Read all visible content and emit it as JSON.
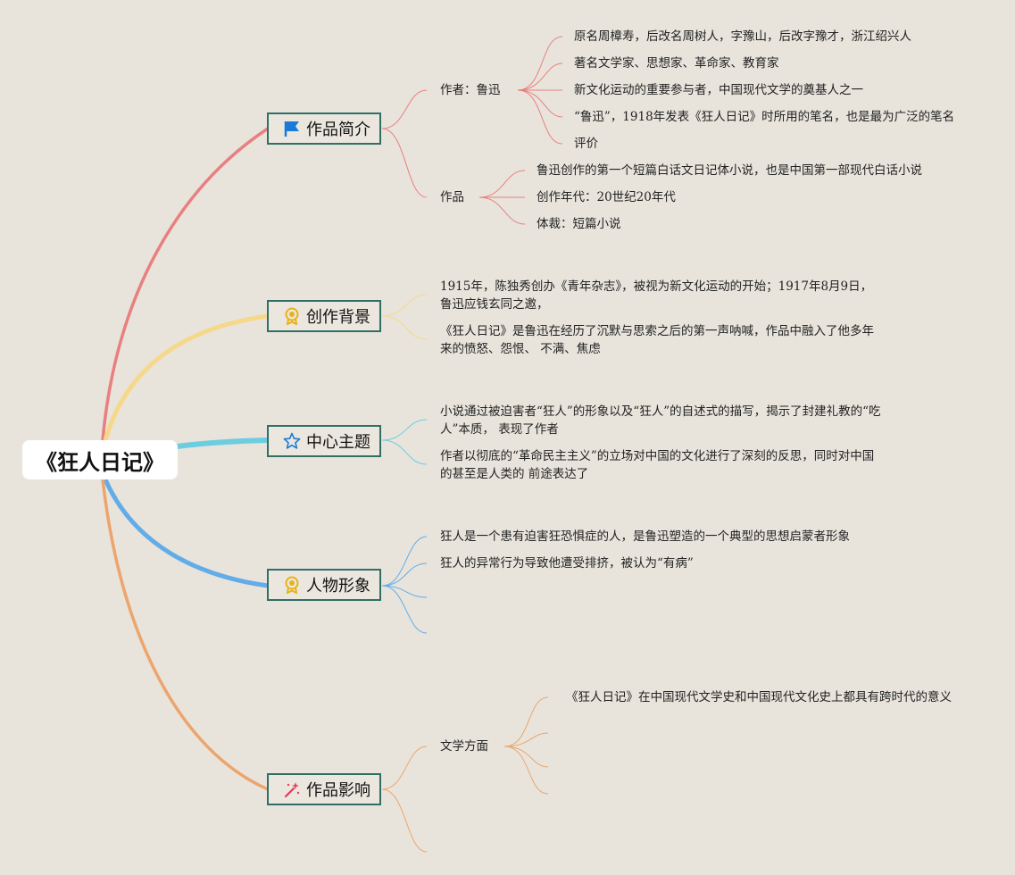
{
  "root": {
    "title": "《狂人日记》"
  },
  "branches": [
    {
      "label": "作品简介",
      "icon": "flag-icon",
      "color": "#e88080"
    },
    {
      "label": "创作背景",
      "icon": "award-icon",
      "color": "#f6d88a"
    },
    {
      "label": "中心主题",
      "icon": "star-outline-icon",
      "color": "#6ccde0"
    },
    {
      "label": "人物形象",
      "icon": "award-icon",
      "color": "#62ace8"
    },
    {
      "label": "作品影响",
      "icon": "magic-wand-icon",
      "color": "#eca56c"
    }
  ],
  "intro": {
    "author": {
      "label": "作者：鲁迅",
      "items": [
        "原名周樟寿，后改名周树人，字豫山，后改字豫才，浙江绍兴人",
        "著名文学家、思想家、革命家、教育家",
        "新文化运动的重要参与者，中国现代文学的奠基人之一",
        "“鲁迅”，1918年发表《狂人日记》时所用的笔名，也是最为广泛的笔名",
        "评价"
      ]
    },
    "work": {
      "label": "作品",
      "items": [
        "鲁迅创作的第一个短篇白话文日记体小说，也是中国第一部现代白话小说",
        "创作年代：20世纪20年代",
        "体裁：短篇小说"
      ]
    }
  },
  "background": {
    "items": [
      "1915年，陈独秀创办《青年杂志》，被视为新文化运动的开始；1917年8月9日，鲁迅应钱玄同之邀，",
      "《狂人日记》是鲁迅在经历了沉默与思索之后的第一声呐喊，作品中融入了他多年来的愤怒、怨恨、 不满、焦虑"
    ]
  },
  "theme": {
    "items": [
      "小说通过被迫害者“狂人”的形象以及“狂人”的自述式的描写，揭示了封建礼教的“吃人”本质， 表现了作者",
      "作者以彻底的“革命民主主义”的立场对中国的文化进行了深刻的反思，同时对中国的甚至是人类的 前途表达了"
    ]
  },
  "character": {
    "items": [
      "狂人是一个患有迫害狂恐惧症的人，是鲁迅塑造的一个典型的思想启蒙者形象",
      "狂人的异常行为导致他遭受排挤，被认为“有病”"
    ]
  },
  "influence": {
    "literature": {
      "label": "文学方面",
      "items": [
        "《狂人日记》在中国现代文学史和中国现代文化史上都具有跨时代的意义"
      ]
    }
  }
}
